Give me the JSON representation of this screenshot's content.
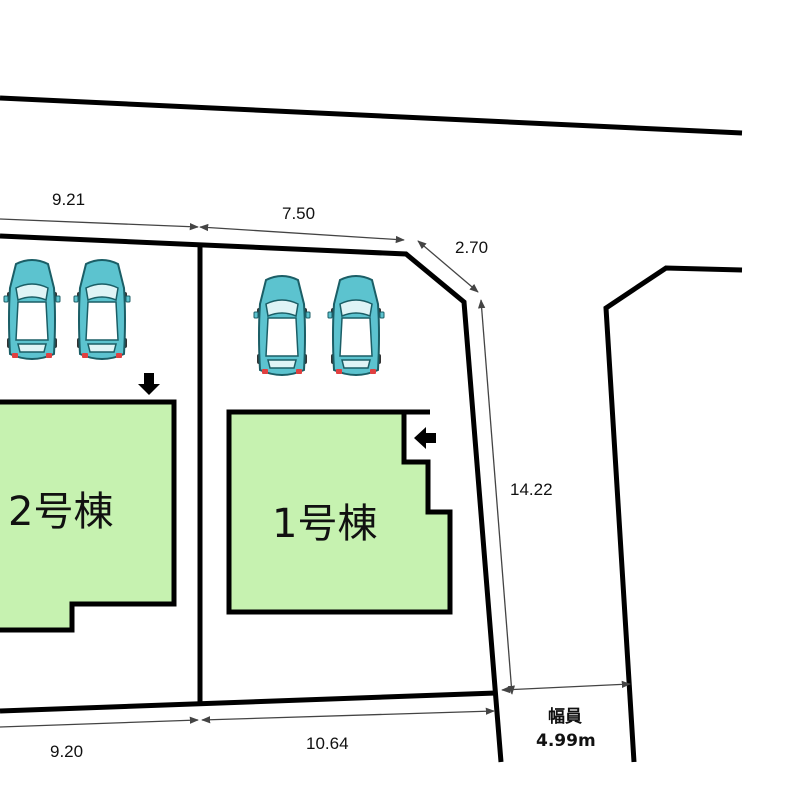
{
  "dimensions": {
    "top_left": "9.21",
    "top_right": "7.50",
    "corner_cut": "2.70",
    "right_side": "14.22",
    "bottom_left": "9.20",
    "bottom_right": "10.64"
  },
  "buildings": {
    "building_2": "2号棟",
    "building_1": "1号棟"
  },
  "road": {
    "label": "幅員",
    "width": "4.99m"
  },
  "colors": {
    "building_fill": "#c6f2b0",
    "car_body": "#5cc3cf",
    "line": "#000000"
  },
  "icons": [
    "car-icon",
    "entrance-arrow-icon"
  ]
}
